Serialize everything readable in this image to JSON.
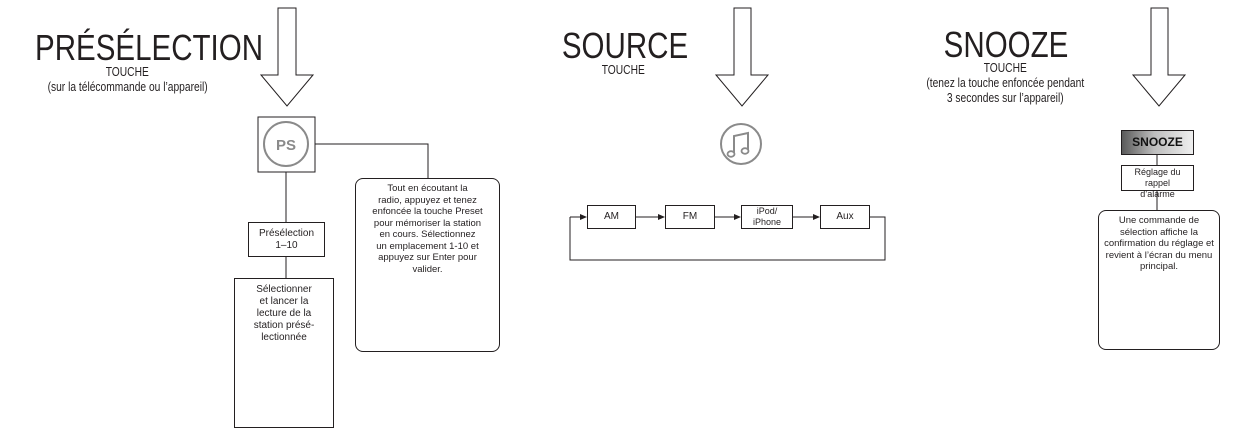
{
  "preselection": {
    "title": "PRÉSÉLECTION",
    "subtitle": "TOUCHE",
    "note": "(sur la télécommande ou l’appareil)",
    "button_label": "PS",
    "step_box": "Présélection\n1–10",
    "select_box": "Sélectionner\net lancer la\nlecture de la\nstation présé-\nlectionnée",
    "info_box": "Tout en écoutant la\nradio, appuyez et tenez\nenfoncée la touche Preset\npour mémoriser la station\nen cours. Sélectionnez\nun emplacement 1-10 et\nappuyez sur Enter pour\nvalider."
  },
  "source": {
    "title": "SOURCE",
    "subtitle": "TOUCHE",
    "modes": [
      "AM",
      "FM",
      "iPod/\niPhone",
      "Aux"
    ]
  },
  "snooze": {
    "title": "SNOOZE",
    "subtitle": "TOUCHE",
    "note": "(tenez la touche enfoncée pendant\n3 secondes sur l’appareil)",
    "button_label": "SNOOZE",
    "step_box": "Réglage du rappel\nd’alarme",
    "info_box": "Une commande de\nsélection affiche la\nconfirmation du réglage et\nrevient à l’écran du menu\nprincipal."
  },
  "icons": [
    "down-arrow-icon",
    "ps-button-icon",
    "enter-icon",
    "music-note-icon"
  ]
}
